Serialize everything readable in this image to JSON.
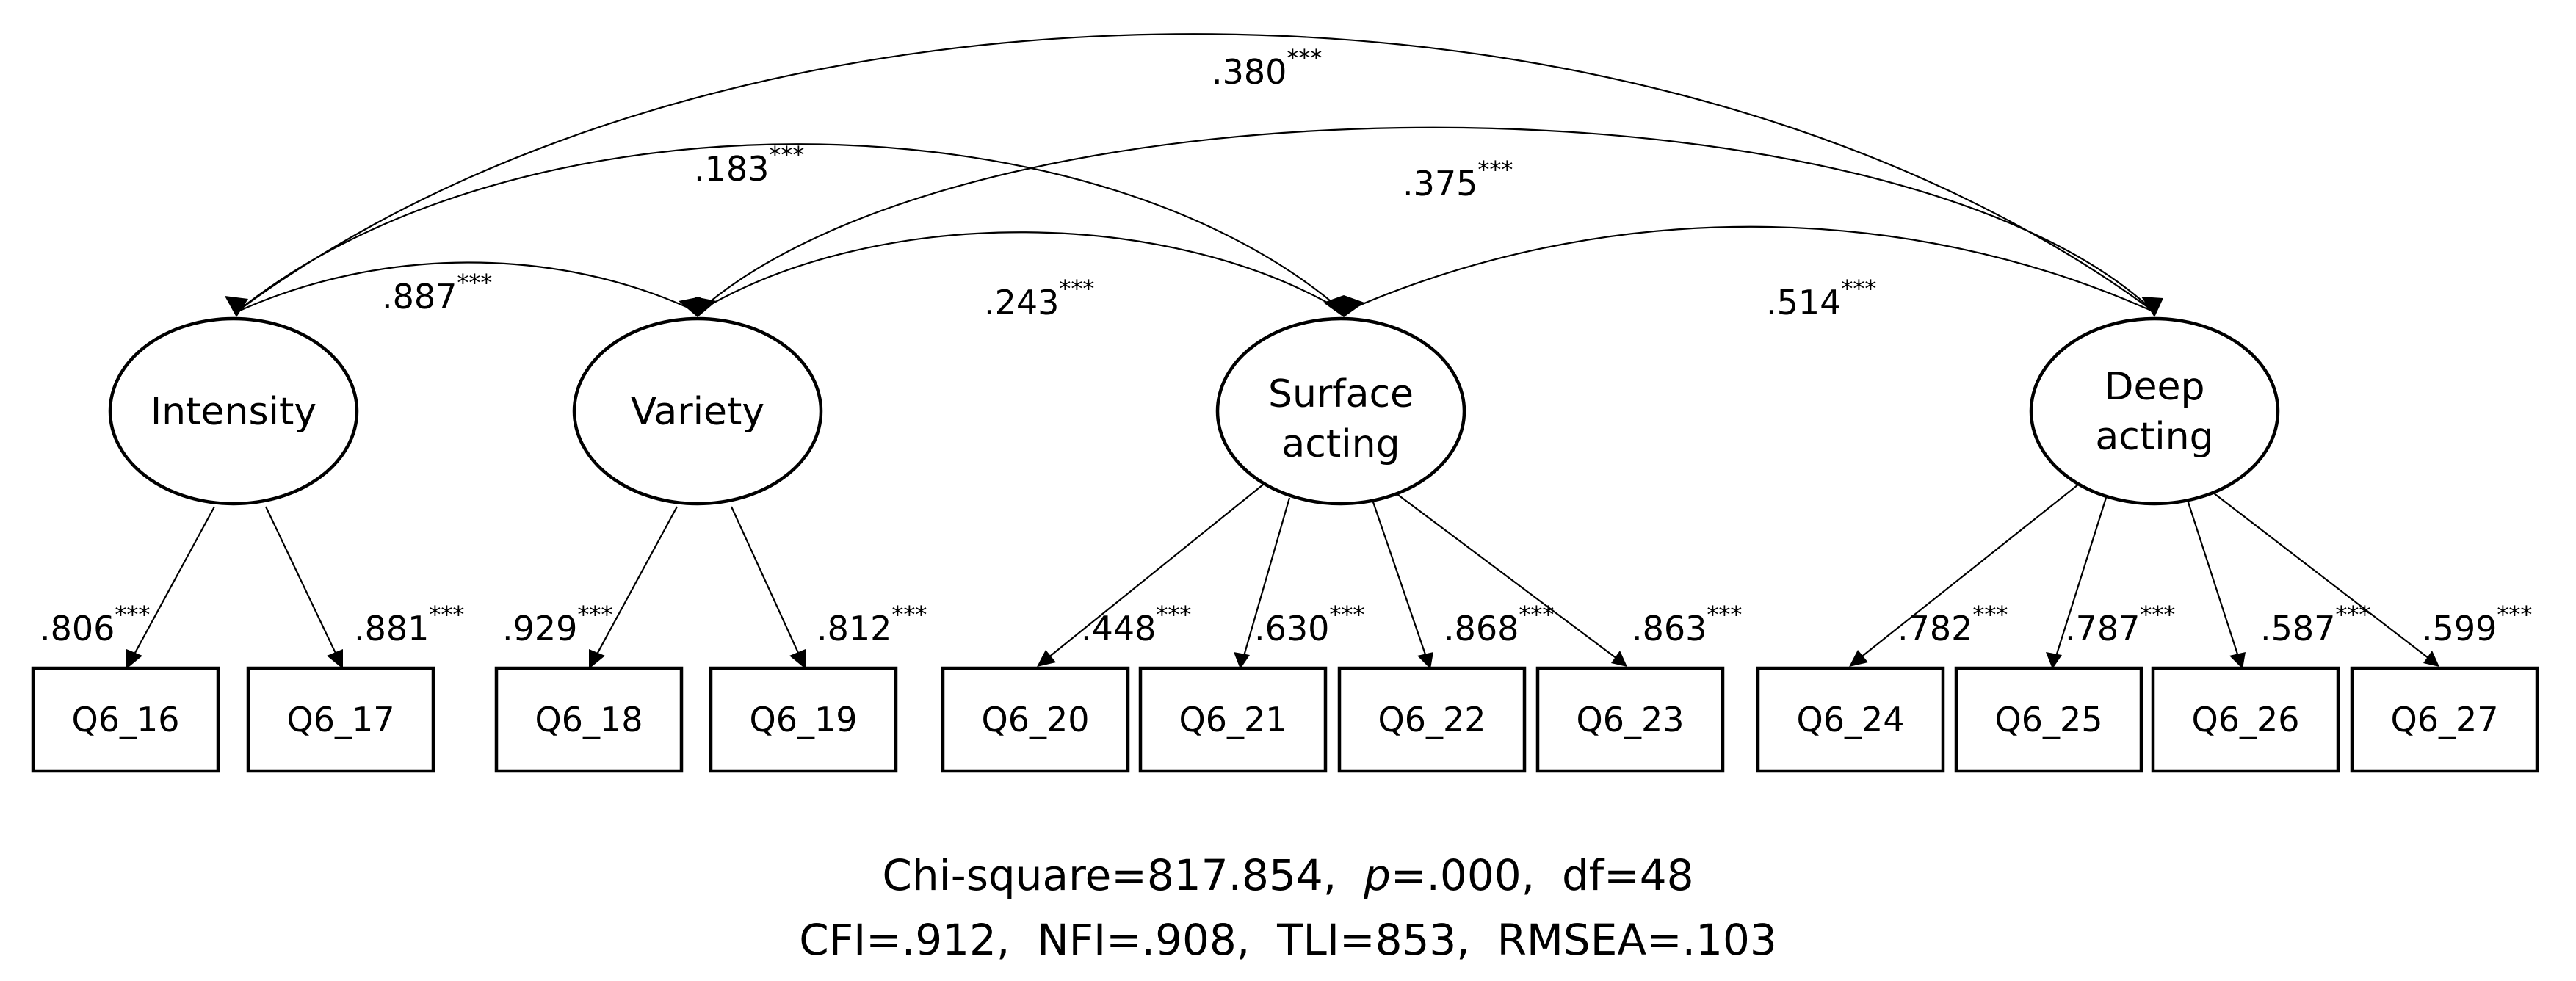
{
  "latents": [
    {
      "id": "intensity",
      "label_lines": [
        "Intensity"
      ]
    },
    {
      "id": "variety",
      "label_lines": [
        "Variety"
      ]
    },
    {
      "id": "surface",
      "label_lines": [
        "Surface",
        "acting"
      ]
    },
    {
      "id": "deep",
      "label_lines": [
        "Deep",
        "acting"
      ]
    }
  ],
  "indicators": [
    {
      "id": "Q6_16",
      "label": "Q6_16",
      "factor": "intensity",
      "loading": ".806",
      "sig": "***"
    },
    {
      "id": "Q6_17",
      "label": "Q6_17",
      "factor": "intensity",
      "loading": ".881",
      "sig": "***"
    },
    {
      "id": "Q6_18",
      "label": "Q6_18",
      "factor": "variety",
      "loading": ".929",
      "sig": "***"
    },
    {
      "id": "Q6_19",
      "label": "Q6_19",
      "factor": "variety",
      "loading": ".812",
      "sig": "***"
    },
    {
      "id": "Q6_20",
      "label": "Q6_20",
      "factor": "surface",
      "loading": ".448",
      "sig": "***"
    },
    {
      "id": "Q6_21",
      "label": "Q6_21",
      "factor": "surface",
      "loading": ".630",
      "sig": "***"
    },
    {
      "id": "Q6_22",
      "label": "Q6_22",
      "factor": "surface",
      "loading": ".868",
      "sig": "***"
    },
    {
      "id": "Q6_23",
      "label": "Q6_23",
      "factor": "surface",
      "loading": ".863",
      "sig": "***"
    },
    {
      "id": "Q6_24",
      "label": "Q6_24",
      "factor": "deep",
      "loading": ".782",
      "sig": "***"
    },
    {
      "id": "Q6_25",
      "label": "Q6_25",
      "factor": "deep",
      "loading": ".787",
      "sig": "***"
    },
    {
      "id": "Q6_26",
      "label": "Q6_26",
      "factor": "deep",
      "loading": ".587",
      "sig": "***"
    },
    {
      "id": "Q6_27",
      "label": "Q6_27",
      "factor": "deep",
      "loading": ".599",
      "sig": "***"
    }
  ],
  "correlations": [
    {
      "from": "intensity",
      "to": "deep",
      "value": ".380",
      "sig": "***"
    },
    {
      "from": "intensity",
      "to": "surface",
      "value": ".183",
      "sig": "***"
    },
    {
      "from": "variety",
      "to": "deep",
      "value": ".375",
      "sig": "***"
    },
    {
      "from": "intensity",
      "to": "variety",
      "value": ".887",
      "sig": "***"
    },
    {
      "from": "variety",
      "to": "surface",
      "value": ".243",
      "sig": "***"
    },
    {
      "from": "surface",
      "to": "deep",
      "value": ".514",
      "sig": "***"
    }
  ],
  "fit": {
    "line1": {
      "prefix": "Chi-square=817.854,  ",
      "italic": "p",
      "suffix": "=.000,  df=48"
    },
    "line2": "CFI=.912,  NFI=.908,  TLI=853,  RMSEA=.103"
  }
}
